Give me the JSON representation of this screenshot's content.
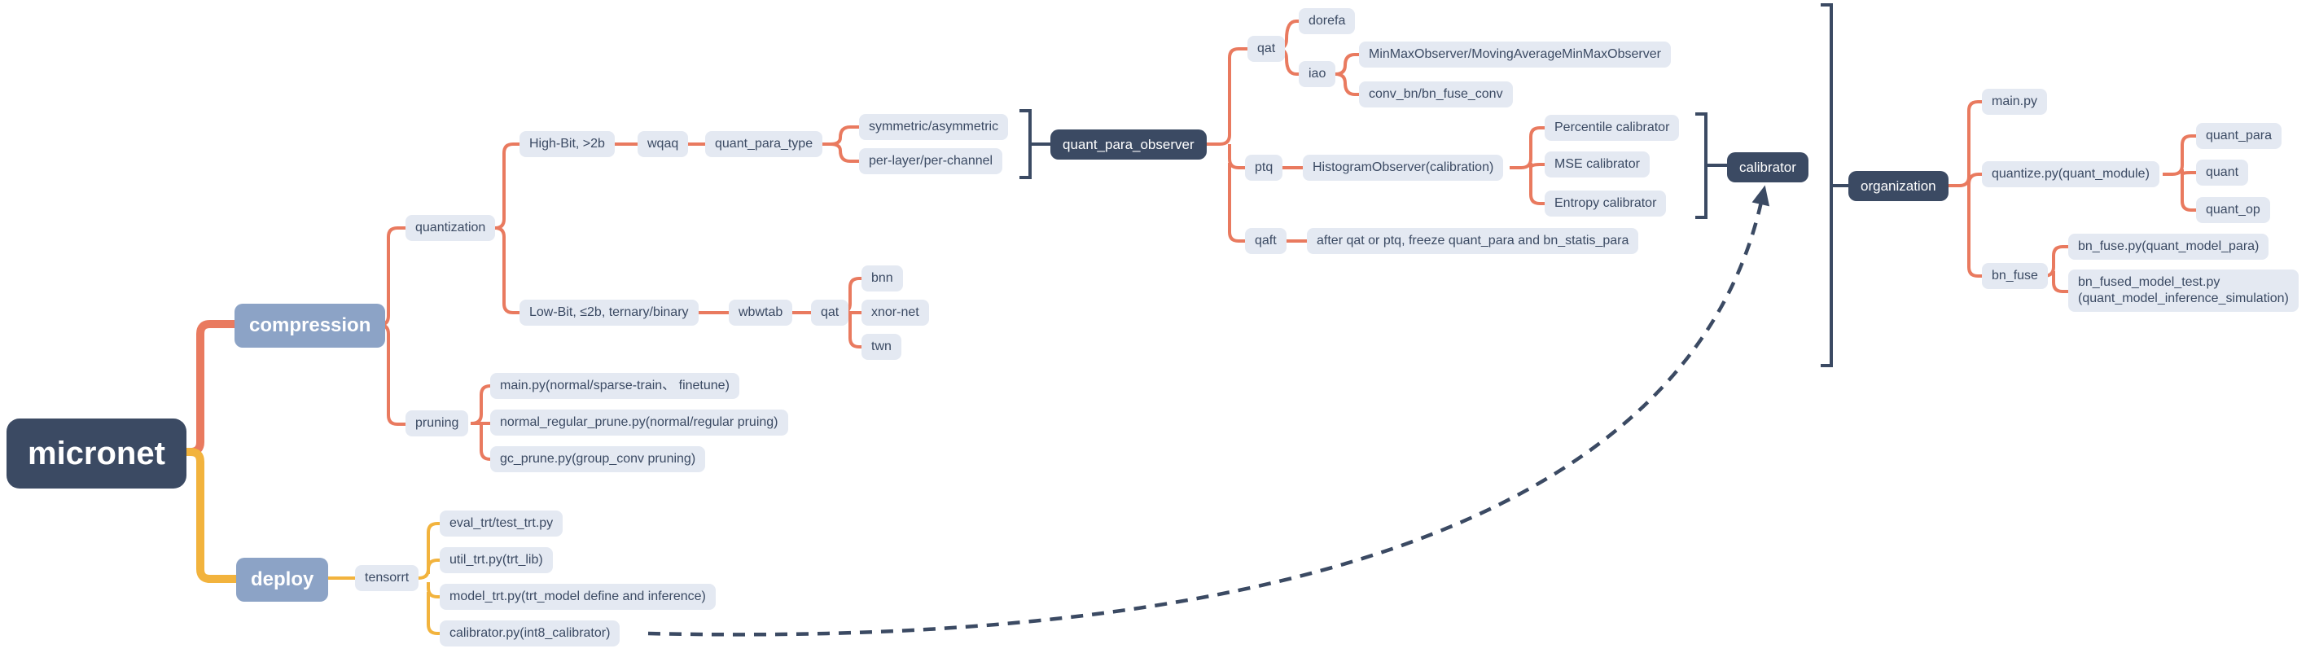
{
  "title": "micronet project structure mind map",
  "colors": {
    "ink": "#3B4A63",
    "lightbox": "#E4E9F2",
    "mainbox": "#8CA3C6",
    "salmon": "#E97A5F",
    "yellow": "#F2B33D",
    "background": "#FFFFFF"
  },
  "nodes": {
    "micronet": "micronet",
    "compression": "compression",
    "deploy": "deploy",
    "quantization": "quantization",
    "pruning": "pruning",
    "high_bit": "High-Bit, >2b",
    "wqaq": "wqaq",
    "quant_para_type": "quant_para_type",
    "symmetric_asymmetric": "symmetric/asymmetric",
    "per_layer_per_channel": "per-layer/per-channel",
    "quant_para_observer": "quant_para_observer",
    "qat": "qat",
    "dorefa": "dorefa",
    "iao": "iao",
    "minmax_observer": "MinMaxObserver/MovingAverageMinMaxObserver",
    "conv_bn": "conv_bn/bn_fuse_conv",
    "ptq": "ptq",
    "histogram_observer": "HistogramObserver(calibration)",
    "percentile_calibrator": "Percentile calibrator",
    "mse_calibrator": "MSE calibrator",
    "entropy_calibrator": "Entropy calibrator",
    "qaft": "qaft",
    "qaft_note": "after qat or ptq, freeze quant_para and bn_statis_para",
    "calibrator": "calibrator",
    "organization": "organization",
    "org_main_py": "main.py",
    "quantize_py": "quantize.py(quant_module)",
    "quant_para": "quant_para",
    "quant": "quant",
    "quant_op": "quant_op",
    "bn_fuse": "bn_fuse",
    "bn_fuse_py": "bn_fuse.py(quant_model_para)",
    "bn_fused_model_test": "bn_fused_model_test.py\n(quant_model_inference_simulation)",
    "low_bit": "Low-Bit, ≤2b, ternary/binary",
    "wbwtab": "wbwtab",
    "qat_low": "qat",
    "bnn": "bnn",
    "xnor_net": "xnor-net",
    "twn": "twn",
    "pruning_main_py": "main.py(normal/sparse-train、 finetune)",
    "normal_regular_prune": "normal_regular_prune.py(normal/regular pruing)",
    "gc_prune": "gc_prune.py(group_conv pruning)",
    "tensorrt": "tensorrt",
    "eval_trt": "eval_trt/test_trt.py",
    "util_trt": "util_trt.py(trt_lib)",
    "model_trt": "model_trt.py(trt_model define and inference)",
    "calibrator_py": "calibrator.py(int8_calibrator)"
  },
  "structure": {
    "micronet": [
      "compression",
      "deploy"
    ],
    "compression": [
      "quantization",
      "pruning"
    ],
    "quantization": [
      "high_bit",
      "low_bit"
    ],
    "high_bit": [
      "wqaq"
    ],
    "wqaq": [
      "quant_para_type"
    ],
    "quant_para_type": [
      "symmetric_asymmetric",
      "per_layer_per_channel"
    ],
    "quant_para_observer": [
      "qat",
      "ptq",
      "qaft"
    ],
    "qat": [
      "dorefa",
      "iao"
    ],
    "iao": [
      "minmax_observer",
      "conv_bn"
    ],
    "ptq": [
      "histogram_observer"
    ],
    "histogram_observer": [
      "percentile_calibrator",
      "mse_calibrator",
      "entropy_calibrator"
    ],
    "qaft": [
      "qaft_note"
    ],
    "low_bit": [
      "wbwtab"
    ],
    "wbwtab": [
      "qat_low"
    ],
    "qat_low": [
      "bnn",
      "xnor_net",
      "twn"
    ],
    "pruning": [
      "pruning_main_py",
      "normal_regular_prune",
      "gc_prune"
    ],
    "deploy": [
      "tensorrt"
    ],
    "tensorrt": [
      "eval_trt",
      "util_trt",
      "model_trt",
      "calibrator_py"
    ],
    "organization": [
      "org_main_py",
      "quantize_py",
      "bn_fuse"
    ],
    "quantize_py": [
      "quant_para",
      "quant",
      "quant_op"
    ],
    "bn_fuse": [
      "bn_fuse_py",
      "bn_fused_model_test"
    ]
  },
  "groupings": [
    {
      "bracket_over": [
        "symmetric_asymmetric",
        "per_layer_per_channel"
      ],
      "leads_to": "quant_para_observer"
    },
    {
      "bracket_over": [
        "percentile_calibrator",
        "mse_calibrator",
        "entropy_calibrator"
      ],
      "leads_to": "calibrator"
    },
    {
      "bracket_over": [
        "whole quantization subtree"
      ],
      "leads_to": "organization"
    }
  ],
  "arrow": {
    "from": "calibrator_py",
    "to": "calibrator",
    "style": "dashed"
  }
}
